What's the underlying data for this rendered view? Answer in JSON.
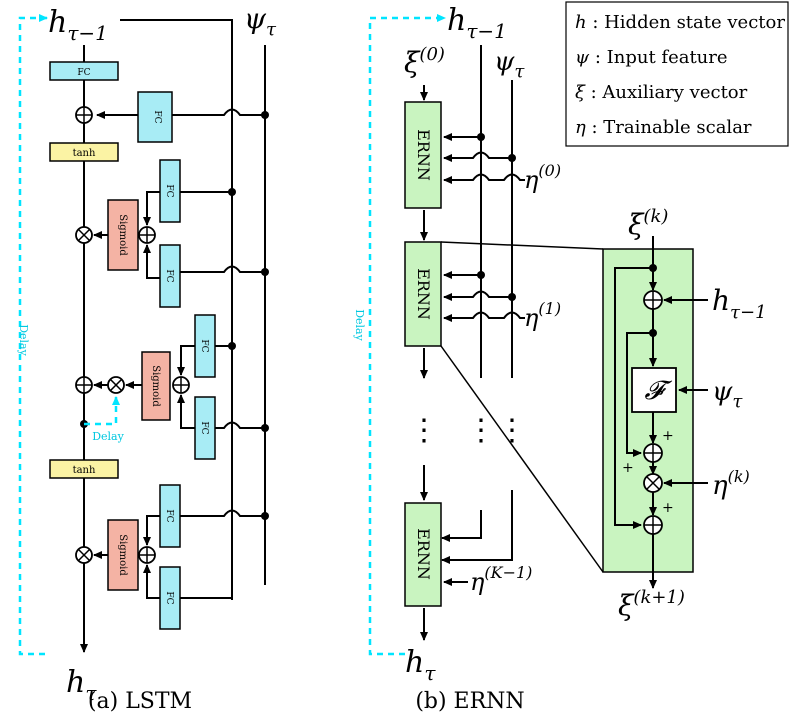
{
  "lstm": {
    "h_prev_symbol": "h",
    "h_prev_sub": "τ−1",
    "psi_symbol": "ψ",
    "psi_sub": "τ",
    "h_out_symbol": "h",
    "h_out_sub": "τ",
    "fc_label": "FC",
    "tanh_label": "tanh",
    "sigmoid_label": "Sigmoid",
    "delay_label": "Delay",
    "caption": "(a) LSTM"
  },
  "ernn": {
    "h_prev_symbol": "h",
    "h_prev_sub": "τ−1",
    "psi_symbol": "ψ",
    "psi_sub": "τ",
    "xi_symbol": "ξ",
    "xi0_sup": "(0)",
    "eta_symbol": "η",
    "eta0_sup": "(0)",
    "eta1_sup": "(1)",
    "etaK_sup": "(K−1)",
    "ernn_label": "ERNN",
    "dots": "⋮",
    "h_out_symbol": "h",
    "h_out_sub": "τ",
    "delay_label": "Delay",
    "caption": "(b) ERNN"
  },
  "legend": [
    {
      "symbol": "h",
      "text": " : Hidden state vector"
    },
    {
      "symbol": "ψ",
      "text": " : Input feature"
    },
    {
      "symbol": "ξ",
      "text": " : Auxiliary vector"
    },
    {
      "symbol": "η",
      "text": " : Trainable scalar"
    }
  ],
  "detail": {
    "xik_symbol": "ξ",
    "xik_sup": "(k)",
    "xik1_sup": "(k+1)",
    "h_prev_symbol": "h",
    "h_prev_sub": "τ−1",
    "f_label": "𝓕",
    "psi_symbol": "ψ",
    "psi_sub": "τ",
    "eta_symbol": "η",
    "eta_sup": "(k)",
    "plus_sign": "+"
  }
}
